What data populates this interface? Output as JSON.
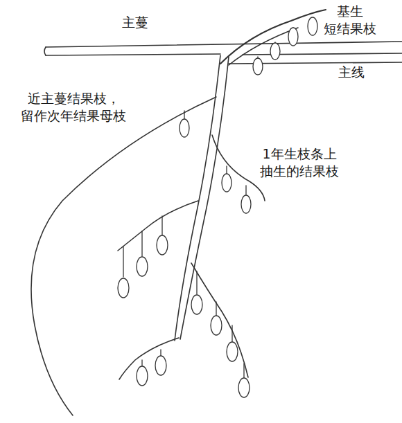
{
  "diagram": {
    "labels": [
      "主蔓",
      "基生 短结果枝",
      "主线",
      "近主蔓结果枝， 留作次年结果母枝",
      "1年生枝条上 抽生的结果枝"
    ]
  }
}
